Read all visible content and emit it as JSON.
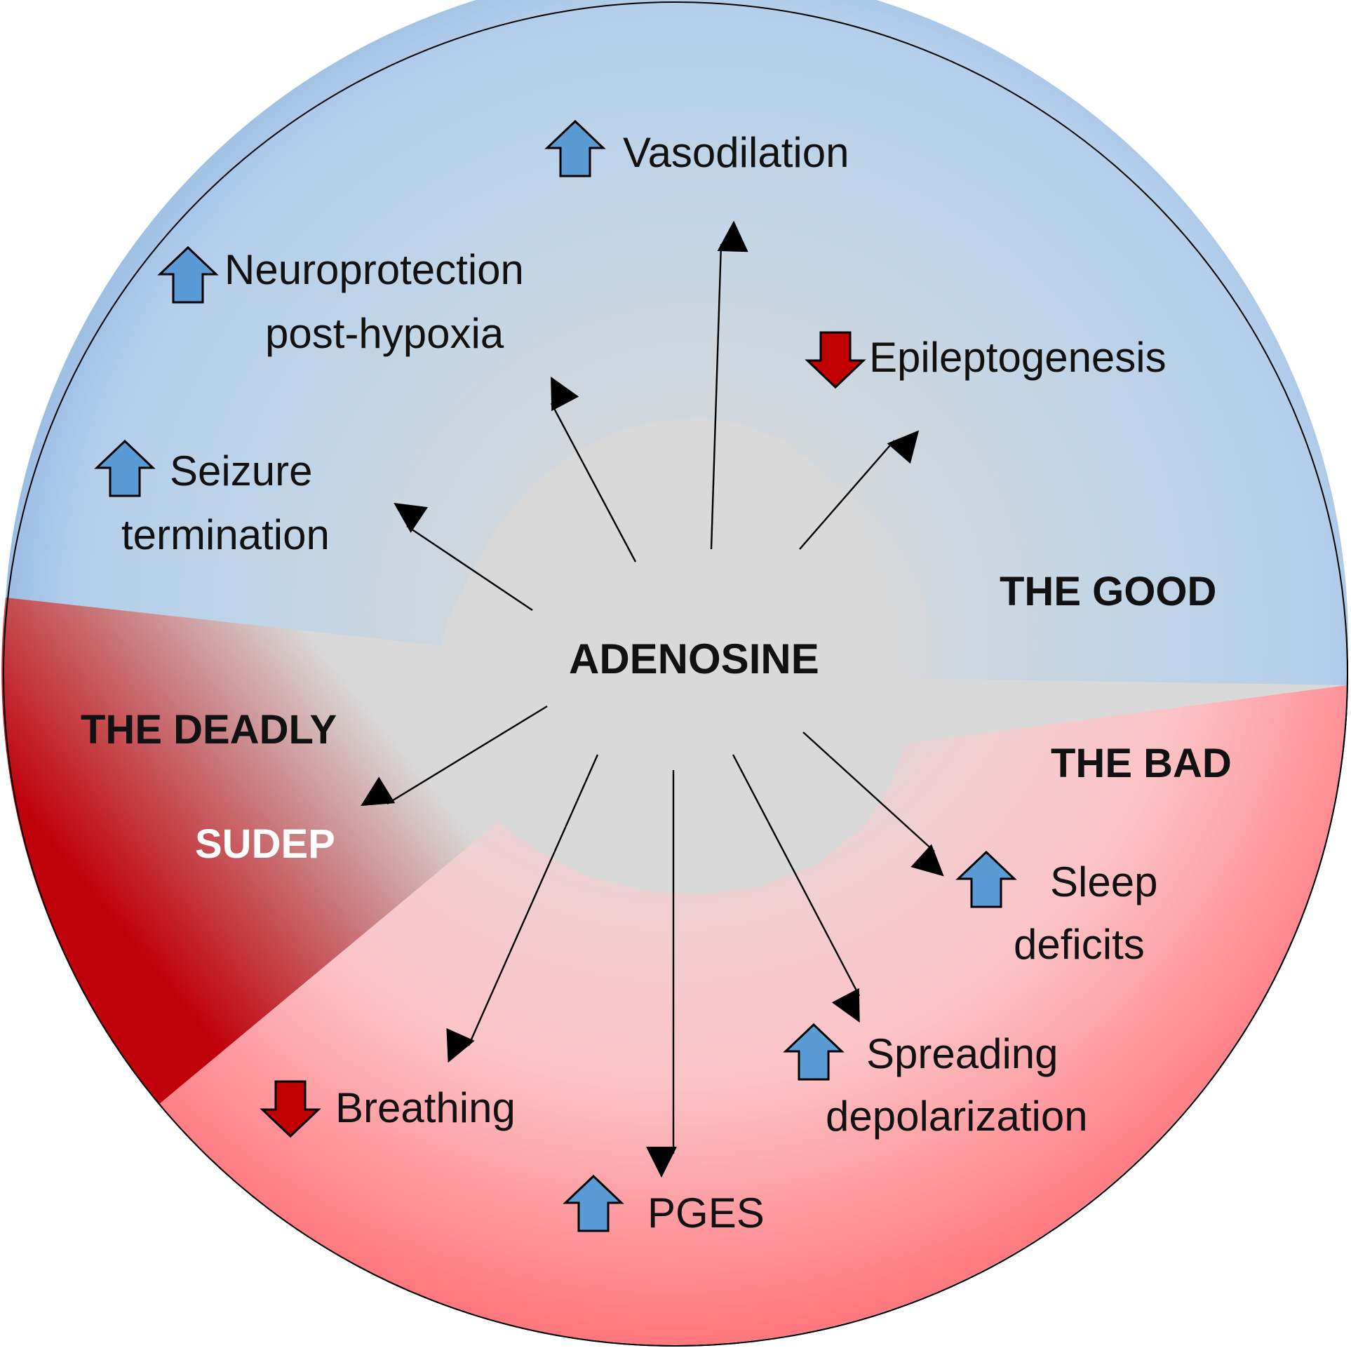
{
  "center": {
    "label": "ADENOSINE"
  },
  "sections": {
    "good": "THE GOOD",
    "bad": "THE BAD",
    "deadly": "THE DEADLY",
    "sudep": "SUDEP"
  },
  "colors": {
    "good": "#b3cfea",
    "bad": "#ff7178",
    "deadly": "#c0000a",
    "center": "#d9d9d9",
    "increase_arrow": "#5b9bd5",
    "decrease_arrow": "#c00000"
  },
  "effects": [
    {
      "id": "vasodilation",
      "lines": [
        "Vasodilation"
      ],
      "direction": "up",
      "icon": "up-arrow-icon"
    },
    {
      "id": "neuroprotection",
      "lines": [
        "Neuroprotection",
        "post-hypoxia"
      ],
      "direction": "up",
      "icon": "up-arrow-icon"
    },
    {
      "id": "epileptogenesis",
      "lines": [
        "Epileptogenesis"
      ],
      "direction": "down",
      "icon": "down-arrow-icon"
    },
    {
      "id": "seizure-termination",
      "lines": [
        "Seizure",
        "termination"
      ],
      "direction": "up",
      "icon": "up-arrow-icon"
    },
    {
      "id": "sleep-deficits",
      "lines": [
        "Sleep",
        "deficits"
      ],
      "direction": "up",
      "icon": "up-arrow-icon"
    },
    {
      "id": "spreading-depolarization",
      "lines": [
        "Spreading",
        "depolarization"
      ],
      "direction": "up",
      "icon": "up-arrow-icon"
    },
    {
      "id": "pges",
      "lines": [
        "PGES"
      ],
      "direction": "up",
      "icon": "up-arrow-icon"
    },
    {
      "id": "breathing",
      "lines": [
        "Breathing"
      ],
      "direction": "down",
      "icon": "down-arrow-icon"
    }
  ]
}
